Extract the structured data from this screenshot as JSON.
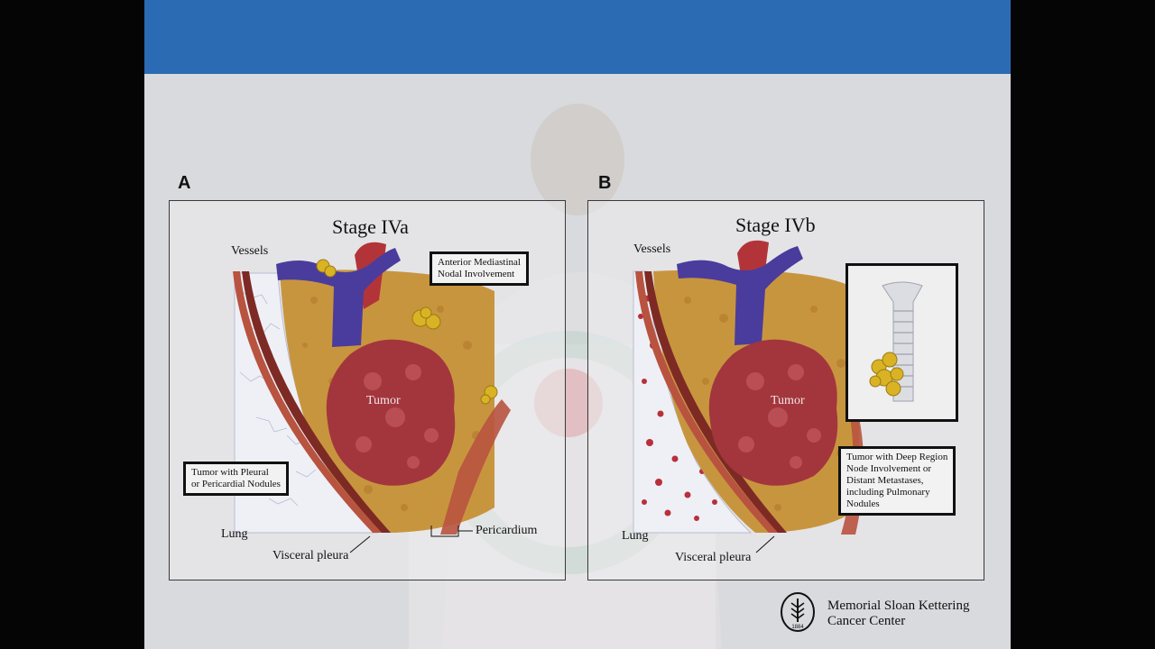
{
  "panels": [
    {
      "letter": "A",
      "title": "Stage IVa",
      "labels": {
        "vessels": "Vessels",
        "tumor": "Tumor",
        "lung": "Lung",
        "visceral": "Visceral pleura",
        "pericardium": "Pericardium",
        "box_top": "Anterior Mediastinal\nNodal Involvement",
        "box_bottom": "Tumor with Pleural\nor Pericardial Nodules"
      }
    },
    {
      "letter": "B",
      "title": "Stage IVb",
      "labels": {
        "vessels": "Vessels",
        "tumor": "Tumor",
        "lung": "Lung",
        "visceral": "Visceral pleura",
        "box_bottom": "Tumor with Deep Region\nNode Involvement or\nDistant Metastases,\nincluding Pulmonary\nNodules"
      }
    }
  ],
  "logo": {
    "line1": "Memorial Sloan Kettering",
    "line2": "Cancer Center",
    "year": "1884"
  },
  "colors": {
    "topbar": "#2b6bb3",
    "tumor": "#a3363d",
    "fat": "#c8953f",
    "vein": "#4a3c9c",
    "artery": "#b23439"
  }
}
